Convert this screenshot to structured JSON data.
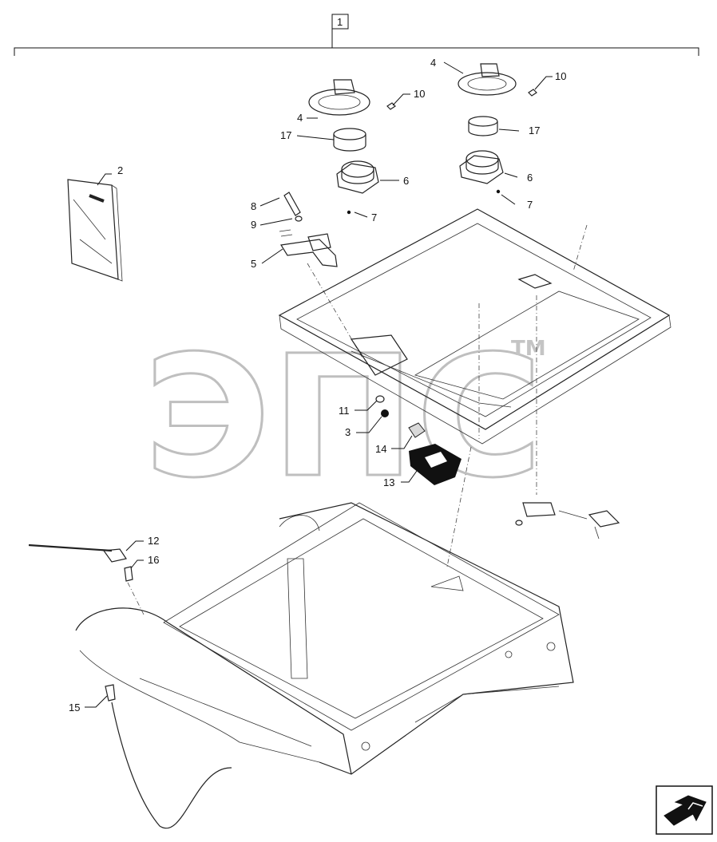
{
  "diagram": {
    "group_label": "1",
    "watermark": {
      "text": "ЭПС",
      "trademark": "TM"
    },
    "callouts": [
      {
        "id": "c2",
        "label": "2"
      },
      {
        "id": "c3",
        "label": "3"
      },
      {
        "id": "c4a",
        "label": "4"
      },
      {
        "id": "c4b",
        "label": "4"
      },
      {
        "id": "c5",
        "label": "5"
      },
      {
        "id": "c6a",
        "label": "6"
      },
      {
        "id": "c6b",
        "label": "6"
      },
      {
        "id": "c7a",
        "label": "7"
      },
      {
        "id": "c7b",
        "label": "7"
      },
      {
        "id": "c8",
        "label": "8"
      },
      {
        "id": "c9",
        "label": "9"
      },
      {
        "id": "c10a",
        "label": "10"
      },
      {
        "id": "c10b",
        "label": "10"
      },
      {
        "id": "c11",
        "label": "11"
      },
      {
        "id": "c12",
        "label": "12"
      },
      {
        "id": "c13",
        "label": "13"
      },
      {
        "id": "c14",
        "label": "14"
      },
      {
        "id": "c15",
        "label": "15"
      },
      {
        "id": "c16",
        "label": "16"
      },
      {
        "id": "c17a",
        "label": "17"
      },
      {
        "id": "c17b",
        "label": "17"
      }
    ],
    "nav": {
      "icon": "arrow-back-icon"
    }
  }
}
